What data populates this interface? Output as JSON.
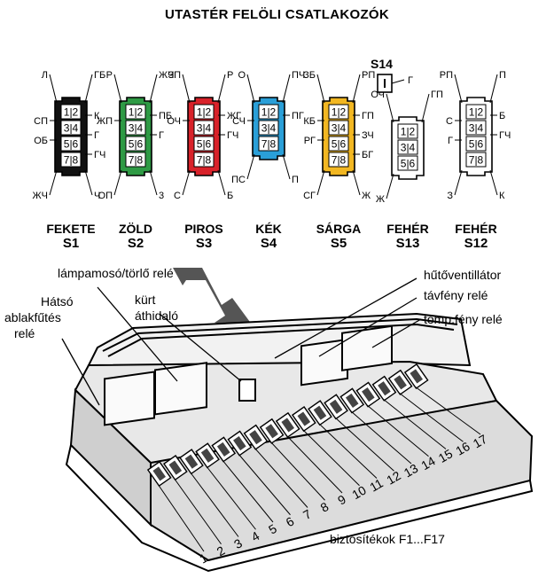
{
  "title": "UTASTÉR FELÖLI CSATLAKOZÓK",
  "connectors": [
    {
      "name": "FEKETE",
      "id": "S1",
      "color": "#111111",
      "pins": [
        "1|2",
        "3|4",
        "5|6",
        "7|8"
      ],
      "wires": [
        "Л",
        "ГБ",
        "К",
        "СП",
        "Г",
        "ОБ",
        "ГЧ",
        "ЖЧ",
        "Ч"
      ]
    },
    {
      "name": "ZÖLD",
      "id": "S2",
      "color": "#2e9a44",
      "pins": [
        "1|2",
        "3|4",
        "5|6",
        "7|8"
      ],
      "wires": [
        "Р",
        "ЖЧ",
        "ПБ",
        "ЖП",
        "Г",
        "ОП",
        "3"
      ]
    },
    {
      "name": "PIROS",
      "id": "S3",
      "color": "#d8222a",
      "pins": [
        "1|2",
        "3|4",
        "5|6",
        "7|8"
      ],
      "wires": [
        "ЗП",
        "Р",
        "ЖГ",
        "ОЧ",
        "ГЧ",
        "С",
        "Б"
      ]
    },
    {
      "name": "KÉK",
      "id": "S4",
      "color": "#2a9fd8",
      "pins": [
        "1|2",
        "3|4",
        "7|8"
      ],
      "wires": [
        "О",
        "ПЧ",
        "ПГ",
        "СЧ",
        "ПС",
        "П"
      ]
    },
    {
      "name": "SÁRGA",
      "id": "S5",
      "color": "#f2b722",
      "pins": [
        "1|2",
        "3|4",
        "5|6",
        "7|8"
      ],
      "wires": [
        "ЗБ",
        "РП",
        "ГП",
        "КБ",
        "ЗЧ",
        "РГ",
        "БГ",
        "СГ",
        "Ж"
      ]
    },
    {
      "name": "FEHÉR",
      "id": "S13",
      "color": "#ffffff",
      "pins": [
        "1|2",
        "3|4",
        "5|6"
      ],
      "wires": [
        "ОЧ",
        "ГП",
        "Ж"
      ]
    },
    {
      "name": "FEHÉR",
      "id": "S12",
      "color": "#ffffff",
      "pins": [
        "1|2",
        "3|4",
        "5|6",
        "7|8"
      ],
      "wires": [
        "РП",
        "П",
        "Б",
        "С",
        "ГЧ",
        "Г",
        "З",
        "К"
      ]
    }
  ],
  "s14": {
    "id": "S14",
    "wire": "Г"
  },
  "labels": {
    "lampamoso": "lámpamosó/törlő relé",
    "hatso1": "Hátsó",
    "hatso2": "ablakfűtés",
    "hatso3": "relé",
    "kurt1": "kürt",
    "kurt2": "áthidaló",
    "hutoventillator": "hűtőventillátor",
    "tavfeny": "távfény relé",
    "tompfeny": "tomp.fény relé",
    "biztositekok": "biztosítékok F1...F17"
  },
  "fuse_numbers": [
    "1",
    "2",
    "3",
    "4",
    "5",
    "6",
    "7",
    "8",
    "9",
    "10",
    "11",
    "12",
    "13",
    "14",
    "15",
    "16",
    "17"
  ]
}
